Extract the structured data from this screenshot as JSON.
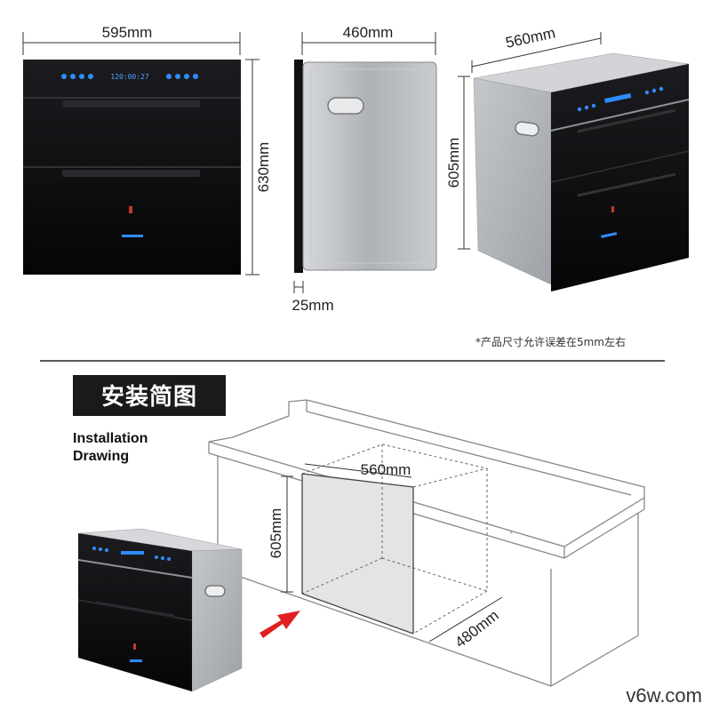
{
  "top_dimensions": {
    "front_width": "595mm",
    "front_height": "630mm",
    "side_depth": "460mm",
    "panel_thickness": "25mm",
    "box_width": "560mm",
    "box_height": "605mm"
  },
  "tolerance_note": "*产品尺寸允许误差在5mm左右",
  "installation": {
    "title_cn": "安装简图",
    "title_en_line1": "Installation",
    "title_en_line2": "Drawing",
    "cutout_width": "560mm",
    "cutout_height": "605mm",
    "cutout_depth": "480mm"
  },
  "panel_display": "120:00:27",
  "watermark": "v6w.com",
  "colors": {
    "glass": "#0c0c0e",
    "steel": "#b9bcc1",
    "led": "#2f8cff",
    "arrow": "#e02020",
    "badge": "#1a1a1a"
  }
}
